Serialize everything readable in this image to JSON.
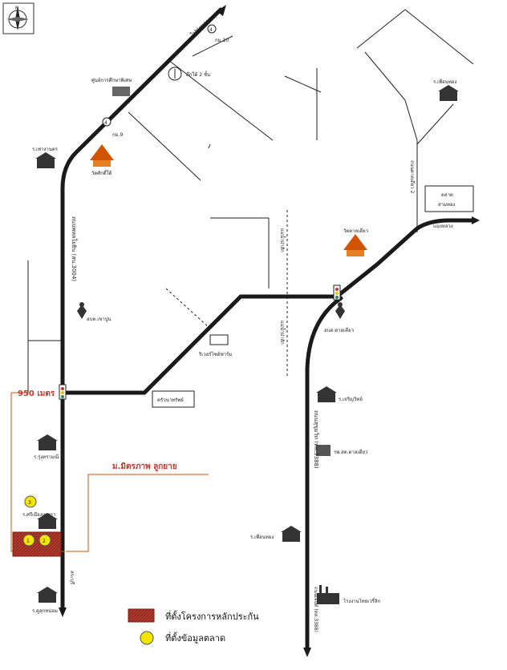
{
  "compass": {
    "north_letter": "N"
  },
  "labels": {
    "road_top": "ไปทุ่งหลวง",
    "km10": "กม.10",
    "km9": "กม.9",
    "center": "ศูนย์การศึกษาพิเศษ",
    "sign_2km": "ตึกใต้ 2 ชั้น",
    "school_top_right": "ร.เพื่อนทอง",
    "school_left_top": "ร.เท่างานดร",
    "temple_top": "วัดศักดิ์ใต้",
    "road_vertical_left": "ถนนพหลโยธิน (สน.3004)",
    "road_right_upper": "ถนนตาลเดี่ยว 2",
    "market_box_line1": "ตลาด",
    "market_box_line2": "สามทอง",
    "road_right_exit": "แม่งหลวง",
    "temple_right": "วัดตาลเดี่ยว",
    "canal_upper": "แม่น้ำป่าสัก",
    "canal_lower": "แม่น้ำป่าสัก",
    "district_left": "อบต.เขาปูน",
    "district_right": "อบต.ตาลเดี่ยว",
    "resort_box": "ริเวอร์ไซด์ฟาร์ม",
    "junction_box": "ครัวนาทรัพย์",
    "distance_label": "950 เมตร",
    "school_right_1": "ร.เจริญวิทย์",
    "hospital_right": "รพ.สต.ตาลเดี่ยว",
    "road_vertical_right": "ถนนสุขุมวิท (ทล.3388)",
    "school_left_2": "ร.รุ่งตรามณี",
    "project_callout": "ม.มิตรภาพ ลูกยาย",
    "market3_school": "ร.ศรีเมืองเพชรา",
    "school_right_2": "ร.เพื่อนทอง",
    "factory": "โรงงานไทยเวริ์ลิก",
    "school_bottom_left": "ร.ดูลุกหน่อม",
    "road_vertical_left_bottom": "สระบุรี",
    "road_vertical_right_bottom": "ถนนเจนท์ (ทล.3388)"
  },
  "markers": {
    "m1": "1",
    "m2": "2",
    "m3": "3"
  },
  "route_signs": {
    "r1": "4",
    "r2": "4"
  },
  "legend": {
    "project_site": "ที่ตั้งโครงการหลักประกัน",
    "market_point": "ที่ตั้งข้อมูลตลาด"
  },
  "colors": {
    "road": "#1a1a1a",
    "project": "#c0392b",
    "marker": "#f2e600",
    "callout": "#d35400"
  }
}
